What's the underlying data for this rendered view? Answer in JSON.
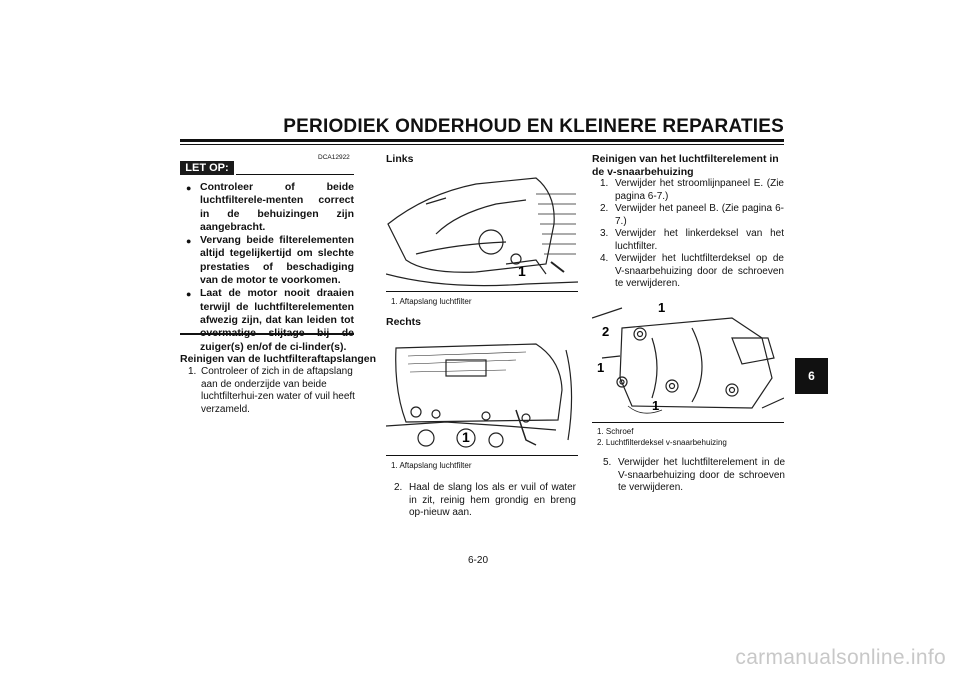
{
  "header": {
    "title": "PERIODIEK ONDERHOUD EN KLEINERE REPARATIES"
  },
  "notice": {
    "code": "DCA12922",
    "label": "LET OP:",
    "items": [
      "Controleer of beide luchtfilterele-menten correct in de behuizingen zijn aangebracht.",
      "Vervang beide filterelementen altijd tegelijkertijd om slechte prestaties of beschadiging van de motor te voorkomen.",
      "Laat de motor nooit draaien terwijl de luchtfilterelementen afwezig zijn, dat kan leiden tot overmatige slijtage bij de zuiger(s) en/of de ci-linder(s)."
    ]
  },
  "col1": {
    "heading": "Reinigen van de luchtfilteraftapslangen",
    "step_num": "1.",
    "step_text": "Controleer of zich in de aftapslang aan de onderzijde van beide luchtfilterhui-zen water of vuil heeft verzameld."
  },
  "col2": {
    "links_heading": "Links",
    "fig1_callout": "1",
    "caption1": "1. Aftapslang luchtfilter",
    "rechts_heading": "Rechts",
    "fig2_callout": "1",
    "caption2": "1. Aftapslang luchtfilter",
    "step_num": "2.",
    "step_text": "Haal de slang los als er vuil of water in zit, reinig hem grondig en breng op-nieuw aan."
  },
  "col3": {
    "heading": "Reinigen van het luchtfilterelement in de v-snaarbehuizing",
    "steps": [
      {
        "num": "1.",
        "text": "Verwijder het stroomlijnpaneel E. (Zie pagina 6-7.)"
      },
      {
        "num": "2.",
        "text": "Verwijder het paneel B. (Zie pagina 6-7.)"
      },
      {
        "num": "3.",
        "text": "Verwijder het linkerdeksel van het luchtfilter."
      },
      {
        "num": "4.",
        "text": "Verwijder het luchtfilterdeksel op de V-snaarbehuizing door de schroeven te verwijderen."
      }
    ],
    "fig3_callouts": {
      "top": "1",
      "left2": "2",
      "left1": "1",
      "bottom": "1"
    },
    "caption_a": "1. Schroef",
    "caption_b": "2. Luchtfilterdeksel v-snaarbehuizing",
    "step5_num": "5.",
    "step5_text": "Verwijder het luchtfilterelement in de V-snaarbehuizing door de schroeven te verwijderen."
  },
  "chapter_tab": "6",
  "page_number": "6-20",
  "watermark": "carmanualsonline.info"
}
